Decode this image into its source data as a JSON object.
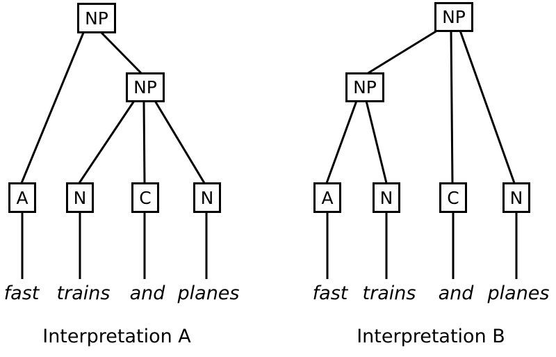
{
  "figure": {
    "background_color": "#ffffff",
    "ink_color": "#000000",
    "description": "Two constituency parse trees for the phrase 'fast trains and planes'"
  },
  "trees": {
    "a": {
      "caption": "Interpretation A",
      "root_label": "NP",
      "inner_label": "NP",
      "leaves": [
        {
          "label": "A",
          "word": "fast"
        },
        {
          "label": "N",
          "word": "trains"
        },
        {
          "label": "C",
          "word": "and"
        },
        {
          "label": "N",
          "word": "planes"
        }
      ]
    },
    "b": {
      "caption": "Interpretation B",
      "root_label": "NP",
      "inner_label": "NP",
      "leaves": [
        {
          "label": "A",
          "word": "fast"
        },
        {
          "label": "N",
          "word": "trains"
        },
        {
          "label": "C",
          "word": "and"
        },
        {
          "label": "N",
          "word": "planes"
        }
      ]
    }
  }
}
